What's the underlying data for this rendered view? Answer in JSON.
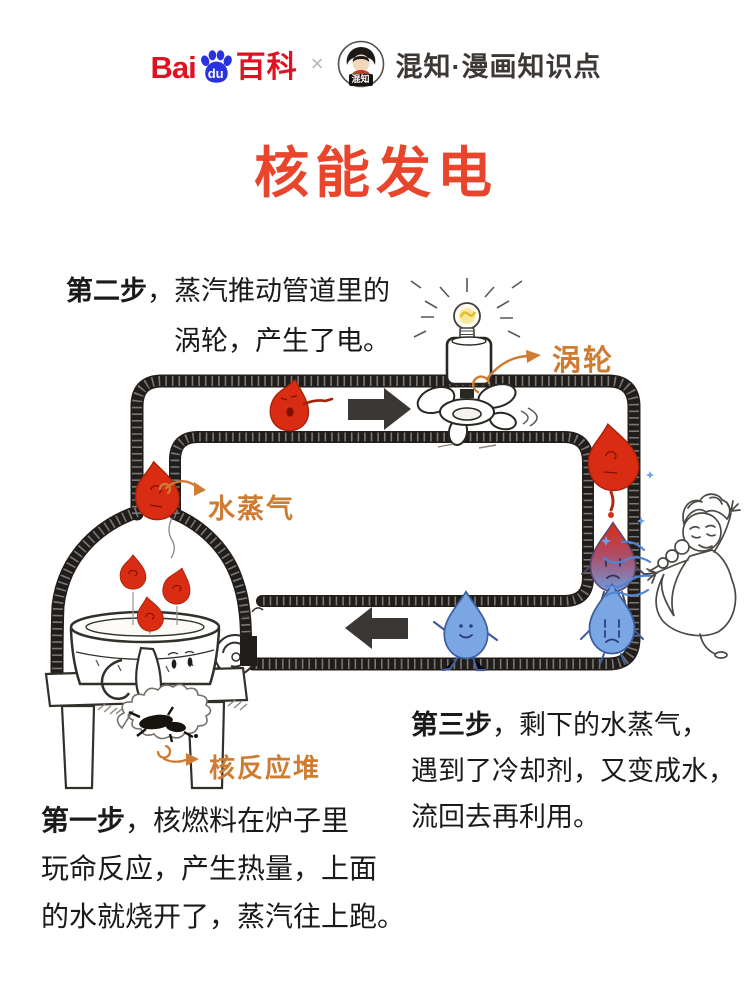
{
  "header": {
    "baidu_bai": "Bai",
    "baidu_du": "du",
    "baidu_baike": "百科",
    "separator": "×",
    "avatar_badge": "混知",
    "brand_title": "混知·漫画知识点"
  },
  "title": {
    "text": "核能发电",
    "color": "#e8452c"
  },
  "annotations": {
    "turbine_label": "涡轮",
    "steam_label": "水蒸气",
    "reactor_label": "核反应堆",
    "label_color": "#cf7c33"
  },
  "steps": {
    "step2": {
      "label": "第二步",
      "line1_rest": "，蒸汽推动管道里的",
      "line2": "涡轮，产生了电。"
    },
    "step3": {
      "label": "第三步",
      "line1_rest": "，剩下的水蒸气，",
      "line2": "遇到了冷却剂，又变成水，",
      "line3": "流回去再利用。"
    },
    "step1": {
      "label": "第一步",
      "line1_rest": "，核燃料在炉子里",
      "line2": "玩命反应，产生热量，上面",
      "line3": "的水就烧开了，蒸汽往上跑。"
    }
  },
  "colors": {
    "steam_red": "#d92c12",
    "water_blue": "#7aa7e4",
    "pipe_black": "#211d1a",
    "arrow_dark": "#3a3734",
    "magic_blue": "#4f83d4",
    "label_orange": "#cf7c33",
    "baidu_red": "#e01222",
    "baidu_blue": "#2932e1",
    "brand_dark": "#3d3836",
    "bulb_yellow": "#f2d94e"
  }
}
